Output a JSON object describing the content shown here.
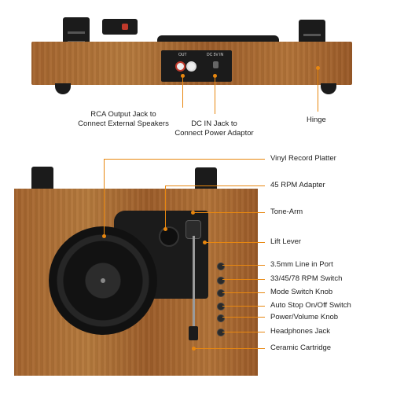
{
  "top_view": {
    "panel_out": "OUT",
    "panel_dc": "DC 5V IN",
    "labels": {
      "rca": "RCA Output Jack to\nConnect External Speakers",
      "dc": "DC IN Jack to\nConnect Power Adaptor",
      "hinge": "Hinge"
    }
  },
  "callouts": [
    "Vinyl Record Platter",
    "45 RPM Adapter",
    "Tone-Arm",
    "Lift Lever",
    "3.5mm Line in Port",
    "33/45/78 RPM Switch",
    "Mode Switch Knob",
    "Auto Stop On/Off Switch",
    "Power/Volume Knob",
    "Headphones Jack",
    "Ceramic Cartridge"
  ],
  "colors": {
    "accent": "#e8870f",
    "wood": "#a4642e",
    "dark": "#1b1b1b"
  },
  "icons": [
    "hinge-icon",
    "rca-jack-icon",
    "dc-jack-icon"
  ]
}
